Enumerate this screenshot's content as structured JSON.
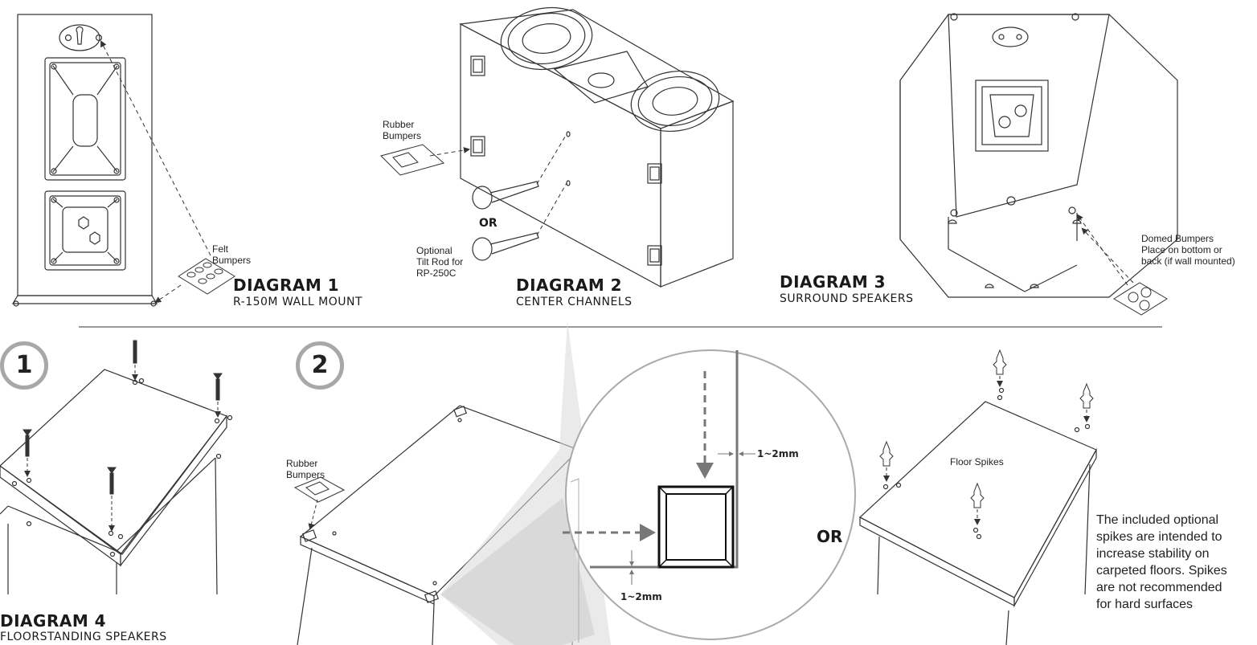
{
  "diagrams": {
    "d1": {
      "title": "DIAGRAM 1",
      "subtitle": "R-150M WALL MOUNT"
    },
    "d2": {
      "title": "DIAGRAM 2",
      "subtitle": "CENTER CHANNELS"
    },
    "d3": {
      "title": "DIAGRAM 3",
      "subtitle": "SURROUND SPEAKERS"
    },
    "d4": {
      "title": "DIAGRAM 4",
      "subtitle": "FLOORSTANDING SPEAKERS"
    }
  },
  "labels": {
    "felt_bumpers": [
      "Felt",
      "Bumpers"
    ],
    "rubber_bumpers_top": [
      "Rubber",
      "Bumpers"
    ],
    "or_small": "OR",
    "tilt_rod": [
      "Optional",
      "Tilt Rod for",
      "RP-250C"
    ],
    "domed_bumpers": [
      "Domed Bumpers",
      "Place on bottom or",
      "back (if wall mounted)"
    ],
    "rubber_bumpers_bottom": [
      "Rubber",
      "Bumpers"
    ],
    "measure_right": "1~2mm",
    "measure_bottom": "1~2mm",
    "or_large": "OR",
    "floor_spikes": "Floor Spikes",
    "spike_note": [
      "The included optional",
      "spikes are intended to",
      "increase stability on",
      "carpeted floors. Spikes",
      "are not recommended",
      "for hard surfaces"
    ]
  },
  "steps": [
    "1",
    "2"
  ],
  "colors": {
    "line": "#333333",
    "step_ring": "#a8a8a8",
    "zoom_fill": "#d9d9d9",
    "arrow_gray": "#888888"
  }
}
